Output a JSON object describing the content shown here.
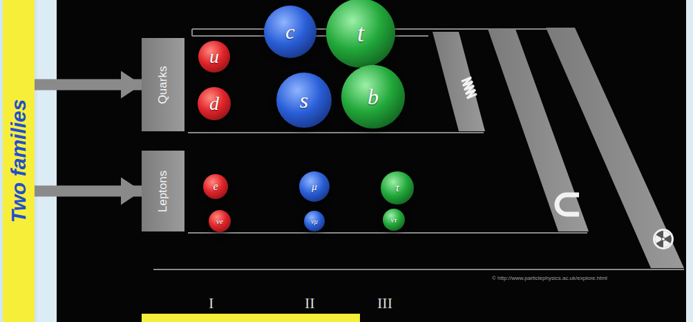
{
  "diagram": {
    "nodes": [
      {
        "text": [
          "Two families"
        ]
      },
      {
        "text": [
          "Quarks"
        ]
      },
      {
        "text": [
          "u"
        ]
      },
      {
        "text": [
          "c"
        ]
      },
      {
        "text": [
          "t"
        ]
      },
      {
        "text": [
          "d"
        ]
      },
      {
        "text": [
          "s"
        ]
      },
      {
        "text": [
          "b"
        ]
      },
      {
        "text": [
          "Leptons"
        ]
      },
      {
        "text": [
          "e"
        ]
      },
      {
        "text": [
          "μ"
        ]
      },
      {
        "text": [
          "τ"
        ]
      },
      {
        "text": [
          "νe"
        ]
      },
      {
        "text": [
          "νμ"
        ]
      },
      {
        "text": [
          "ντ"
        ]
      }
    ],
    "edges": [
      {
        "from": 0,
        "to": 1,
        "arrow": "to"
      },
      {
        "from": 0,
        "to": 8,
        "arrow": "to"
      }
    ],
    "labels": [
      "I",
      "II",
      "III",
      "© http://www.particlephysics.ac.uk/explore.html"
    ]
  }
}
